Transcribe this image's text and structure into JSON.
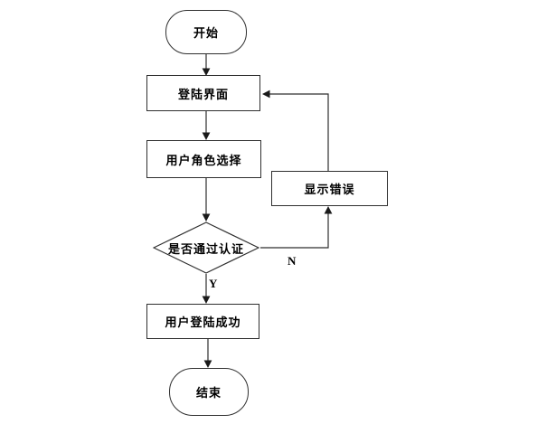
{
  "diagram": {
    "type": "flowchart",
    "background_color": "#ffffff",
    "stroke_color": "#2f2f2f",
    "text_color": "#000000",
    "nodes": [
      {
        "id": "start",
        "shape": "terminator",
        "label": "开始"
      },
      {
        "id": "login-screen",
        "shape": "process",
        "label": "登陆界面"
      },
      {
        "id": "user-role-select",
        "shape": "process",
        "label": "用户角色选择"
      },
      {
        "id": "show-error",
        "shape": "process",
        "label": "显示错误"
      },
      {
        "id": "auth-check",
        "shape": "decision",
        "label": "是否通过认证"
      },
      {
        "id": "login-success",
        "shape": "process",
        "label": "用户登陆成功"
      },
      {
        "id": "end",
        "shape": "terminator",
        "label": "结束"
      }
    ],
    "edges": [
      {
        "from": "start",
        "to": "login-screen",
        "label": ""
      },
      {
        "from": "login-screen",
        "to": "user-role-select",
        "label": ""
      },
      {
        "from": "user-role-select",
        "to": "auth-check",
        "label": ""
      },
      {
        "from": "auth-check",
        "to": "login-success",
        "label": "Y"
      },
      {
        "from": "auth-check",
        "to": "show-error",
        "label": "N"
      },
      {
        "from": "show-error",
        "to": "login-screen",
        "label": ""
      },
      {
        "from": "login-success",
        "to": "end",
        "label": ""
      }
    ]
  }
}
